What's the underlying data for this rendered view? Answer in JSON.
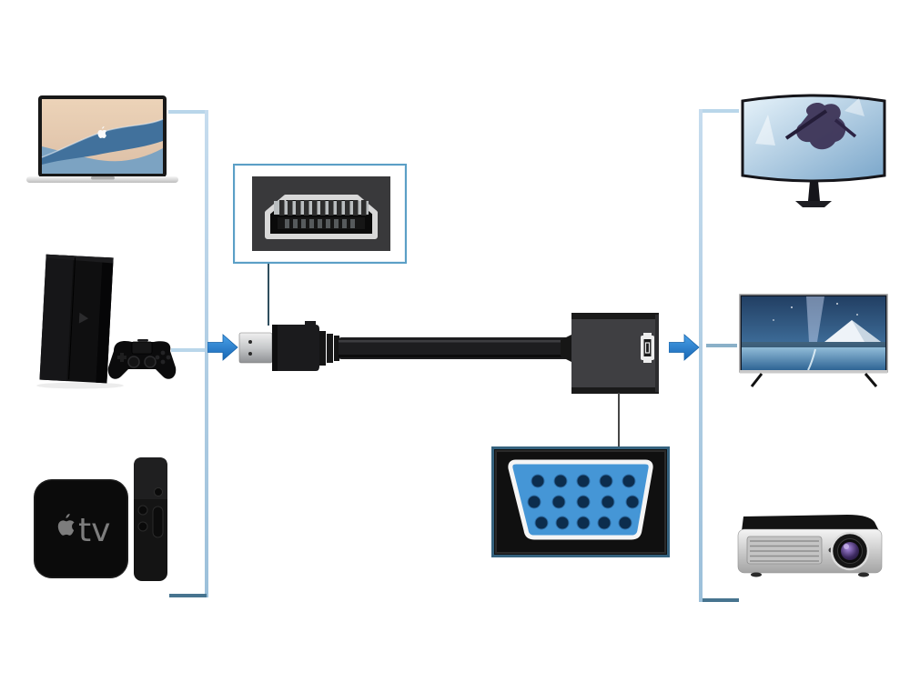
{
  "devices": {
    "macbook": {
      "icon": "macbook-laptop-icon"
    },
    "ps4": {
      "icon": "game-console-icon",
      "controller_icon": "gamepad-icon"
    },
    "apple_tv": {
      "icon": "apple-tv-box-icon",
      "label": "tv",
      "logo_icon": "apple-logo-icon",
      "remote_icon": "siri-remote-icon"
    },
    "curved_monitor": {
      "icon": "curved-gaming-monitor-icon"
    },
    "flat_tv": {
      "icon": "flat-screen-tv-icon"
    },
    "projector": {
      "icon": "projector-icon"
    }
  },
  "adapter": {
    "icon": "hdmi-to-vga-adapter-icon",
    "hdmi_plug_icon": "hdmi-male-plug-icon",
    "vga_socket_icon": "vga-socket-icon"
  },
  "closeups": {
    "hdmi": {
      "icon": "hdmi-connector-face-icon",
      "pin_count": 19
    },
    "vga": {
      "icon": "vga-port-face-icon",
      "hole_count": 15
    }
  },
  "arrows": {
    "icon": "blue-right-arrow-icon",
    "count": 2
  },
  "palette": {
    "background": "#ffffff",
    "connector_line_light": "#b9d6ea",
    "connector_line_mid": "#8ab0c8",
    "connector_line_dark": "#47748f",
    "arrow_blue": "#2b85d4",
    "hdmi_box_border": "#5b9fc6",
    "vga_box_border": "#35627e",
    "vga_port_blue": "#4596d6"
  }
}
